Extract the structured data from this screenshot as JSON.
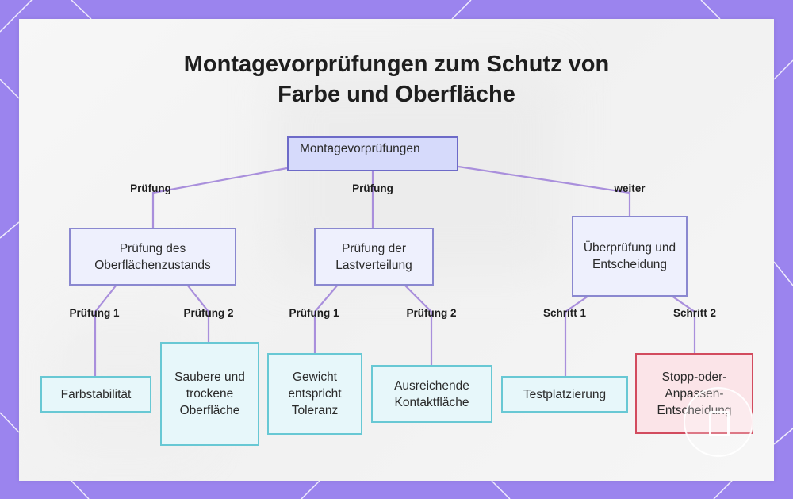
{
  "title": {
    "line1": "Montagevorprüfungen zum Schutz von",
    "line2": "Farbe und Oberfläche"
  },
  "nodes": {
    "root": "Montagevorprüfungen",
    "surface_check": "Prüfung des Oberflächenzustands",
    "load_check": "Prüfung der Lastverteilung",
    "review": "Überprüfung und Entscheidung",
    "color_stability": "Farbstabilität",
    "clean_dry": "Saubere und trockene Oberfläche",
    "weight_tolerance": "Gewicht entspricht Toleranz",
    "contact_area": "Ausreichende Kontaktfläche",
    "test_placement": "Testplatzierung",
    "stop_adjust": "Stopp-oder-Anpassen-Entscheidung"
  },
  "edge_labels": {
    "root_surface": "Prüfung",
    "root_load": "Prüfung",
    "root_review": "weiter",
    "surface_1": "Prüfung 1",
    "surface_2": "Prüfung 2",
    "load_1": "Prüfung 1",
    "load_2": "Prüfung 2",
    "review_1": "Schritt 1",
    "review_2": "Schritt 2"
  },
  "colors": {
    "background": "#9b84ee",
    "edge": "#a98fdc",
    "root_fill": "#d6dafb",
    "mid_fill": "#eef0fd",
    "leaf_fill": "#e7f7fa",
    "leaf_border": "#68c8d4",
    "stop_fill": "#fbe4e8",
    "stop_border": "#d24b5e"
  }
}
